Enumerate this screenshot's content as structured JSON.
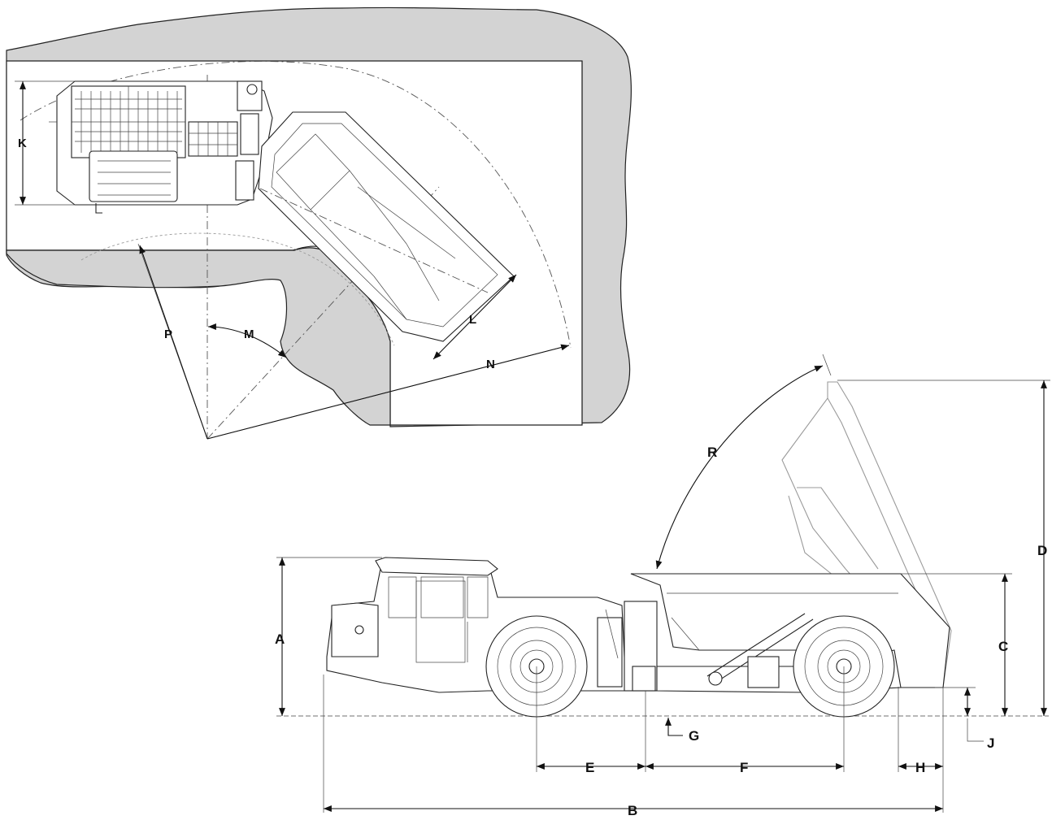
{
  "diagram": {
    "labels": {
      "A": "A",
      "B": "B",
      "C": "C",
      "D": "D",
      "E": "E",
      "F": "F",
      "G": "G",
      "H": "H",
      "J": "J",
      "K": "K",
      "L": "L",
      "M": "M",
      "N": "N",
      "P": "P",
      "R": "R"
    }
  }
}
